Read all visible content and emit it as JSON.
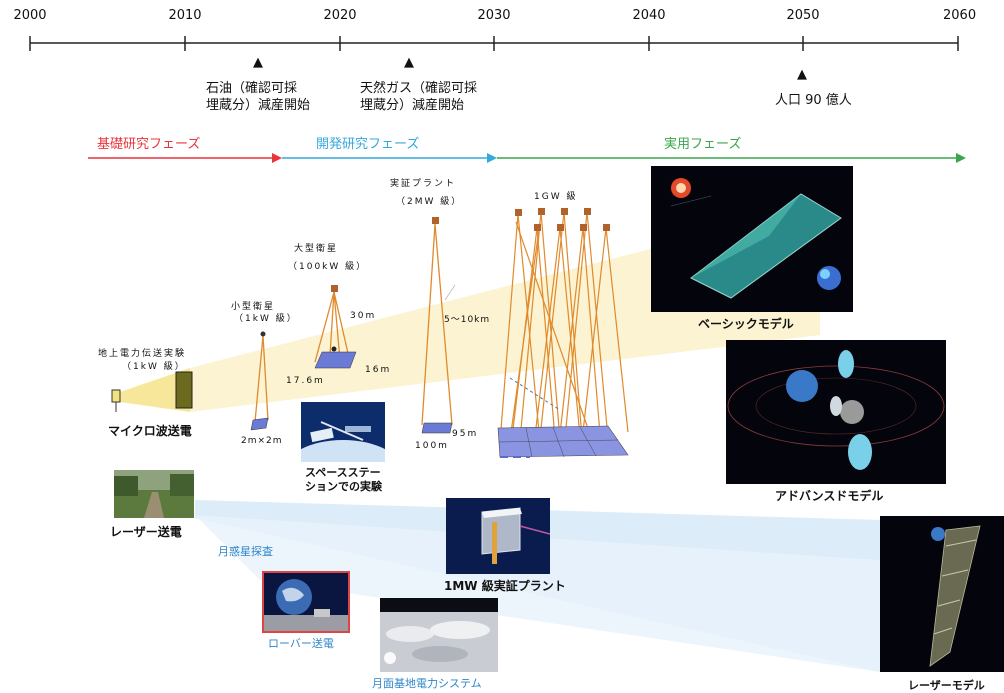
{
  "timeline": {
    "years": [
      "2000",
      "2010",
      "2020",
      "2030",
      "2040",
      "2050",
      "2060"
    ],
    "events": [
      {
        "text_line1": "石油（確認可採",
        "text_line2": "埋蔵分）減産開始"
      },
      {
        "text_line1": "天然ガス（確認可採",
        "text_line2": "埋蔵分）減産開始"
      },
      {
        "text_line1": "人口 90 億人",
        "text_line2": ""
      }
    ],
    "marker_glyph": "▲"
  },
  "phases": {
    "basic": {
      "label": "基礎研究フェーズ",
      "color": "#e8343a"
    },
    "development": {
      "label": "開発研究フェーズ",
      "color": "#34a9dd"
    },
    "practical": {
      "label": "実用フェーズ",
      "color": "#3aa64a"
    }
  },
  "stages": {
    "ground": {
      "line1": "地上電力伝送実験",
      "line2": "（1kW 級）"
    },
    "small_sat": {
      "line1": "小型衛星",
      "line2": "（1kW 級）",
      "size": "2m×2m"
    },
    "large_sat": {
      "line1": "大型衛星",
      "line2": "（100kW 級）",
      "dim_height": "30m",
      "dim_width": "16m",
      "dim_span": "17.6m"
    },
    "demo_plant": {
      "line1": "実証プラント",
      "line2": "（2MW 級）",
      "dim_height": "5～10km",
      "dim_width": "95m",
      "dim_span": "100m"
    },
    "gw": {
      "line1": "1GW 級"
    }
  },
  "labels": {
    "microwave": "マイクロ波送電",
    "space_station_line1": "スペースステー",
    "space_station_line2": "ションでの実験",
    "laser": "レーザー送電",
    "lunar": "月惑星探査",
    "rover": "ローバー送電",
    "lunar_base": "月面基地電力システム",
    "mw_plant": "1MW 級実証プラント",
    "basic_model": "ベーシックモデル",
    "advanced_model": "アドバンスドモデル",
    "laser_model": "レーザーモデル"
  }
}
